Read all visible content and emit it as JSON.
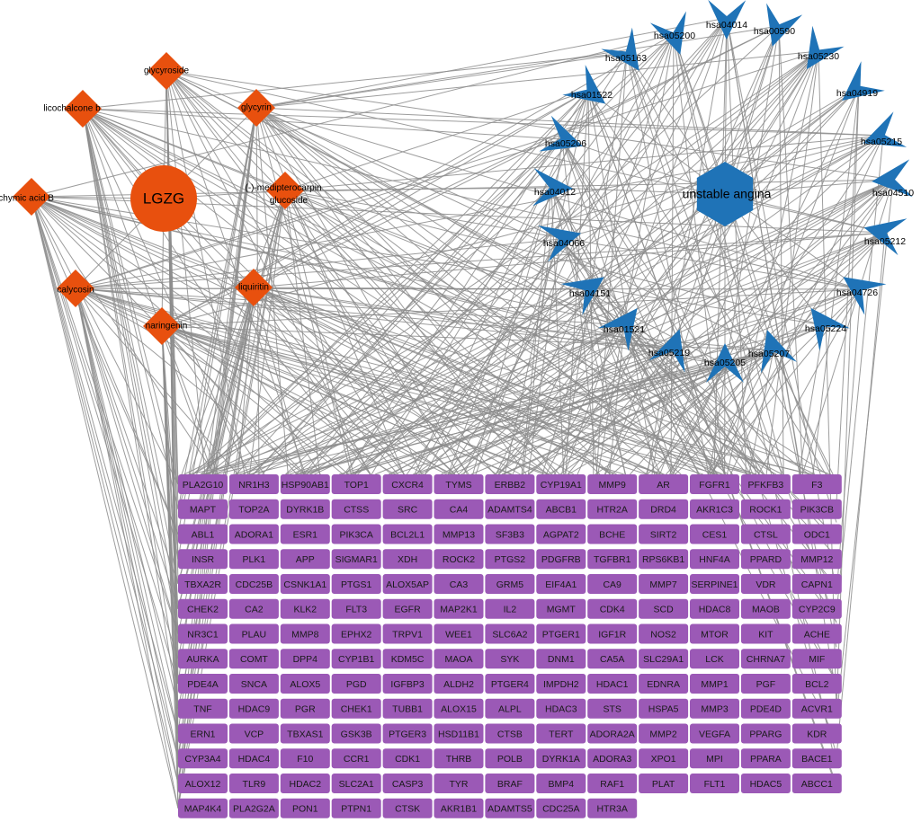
{
  "colors": {
    "compound": "#e8500e",
    "pathway": "#1f73b7",
    "target": "#9b59b6",
    "edge": "#8c8c8c"
  },
  "hub": {
    "label": "LGZG",
    "shape": "circle"
  },
  "disease": {
    "label": "unstable angina",
    "shape": "hexagon"
  },
  "compounds": [
    {
      "label": "glycyroside"
    },
    {
      "label": "licochalcone b"
    },
    {
      "label": "glycyrin"
    },
    {
      "label": "Pachymic acid B"
    },
    {
      "label": "(-)-medipterocarpin glucoside"
    },
    {
      "label": "calycosin"
    },
    {
      "label": "liquiritin"
    },
    {
      "label": "naringenin"
    }
  ],
  "pathways": [
    "hsa04014",
    "hsa00590",
    "hsa05230",
    "hsa04919",
    "hsa05215",
    "hsa04510",
    "hsa05212",
    "hsa04726",
    "hsa05224",
    "hsa05207",
    "hsa05205",
    "hsa05219",
    "hsa01521",
    "hsa04151",
    "hsa04066",
    "hsa04012",
    "hsa05206",
    "hsa01522",
    "hsa05163",
    "hsa05200"
  ],
  "targets": [
    [
      "PLA2G10",
      "NR1H3",
      "HSP90AB1",
      "TOP1",
      "CXCR4",
      "TYMS",
      "ERBB2",
      "CYP19A1",
      "MMP9",
      "AR",
      "FGFR1",
      "PFKFB3",
      "F3"
    ],
    [
      "MAPT",
      "TOP2A",
      "DYRK1B",
      "CTSS",
      "SRC",
      "CA4",
      "ADAMTS4",
      "ABCB1",
      "HTR2A",
      "DRD4",
      "AKR1C3",
      "ROCK1",
      "PIK3CB"
    ],
    [
      "ABL1",
      "ADORA1",
      "ESR1",
      "PIK3CA",
      "BCL2L1",
      "MMP13",
      "SF3B3",
      "AGPAT2",
      "BCHE",
      "SIRT2",
      "CES1",
      "CTSL",
      "ODC1"
    ],
    [
      "INSR",
      "PLK1",
      "APP",
      "SIGMAR1",
      "XDH",
      "ROCK2",
      "PTGS2",
      "PDGFRB",
      "TGFBR1",
      "RPS6KB1",
      "HNF4A",
      "PPARD",
      "MMP12"
    ],
    [
      "TBXA2R",
      "CDC25B",
      "CSNK1A1",
      "PTGS1",
      "ALOX5AP",
      "CA3",
      "GRM5",
      "EIF4A1",
      "CA9",
      "MMP7",
      "SERPINE1",
      "VDR",
      "CAPN1"
    ],
    [
      "CHEK2",
      "CA2",
      "KLK2",
      "FLT3",
      "EGFR",
      "MAP2K1",
      "IL2",
      "MGMT",
      "CDK4",
      "SCD",
      "HDAC8",
      "MAOB",
      "CYP2C9"
    ],
    [
      "NR3C1",
      "PLAU",
      "MMP8",
      "EPHX2",
      "TRPV1",
      "WEE1",
      "SLC6A2",
      "PTGER1",
      "IGF1R",
      "NOS2",
      "MTOR",
      "KIT",
      "ACHE"
    ],
    [
      "AURKA",
      "COMT",
      "DPP4",
      "CYP1B1",
      "KDM5C",
      "MAOA",
      "SYK",
      "DNM1",
      "CA5A",
      "SLC29A1",
      "LCK",
      "CHRNA7",
      "MIF"
    ],
    [
      "PDE4A",
      "SNCA",
      "ALOX5",
      "PGD",
      "IGFBP3",
      "ALDH2",
      "PTGER4",
      "IMPDH2",
      "HDAC1",
      "EDNRA",
      "MMP1",
      "PGF",
      "BCL2"
    ],
    [
      "TNF",
      "HDAC9",
      "PGR",
      "CHEK1",
      "TUBB1",
      "ALOX15",
      "ALPL",
      "HDAC3",
      "STS",
      "HSPA5",
      "MMP3",
      "PDE4D",
      "ACVR1"
    ],
    [
      "ERN1",
      "VCP",
      "TBXAS1",
      "GSK3B",
      "PTGER3",
      "HSD11B1",
      "CTSB",
      "TERT",
      "ADORA2A",
      "MMP2",
      "VEGFA",
      "PPARG",
      "KDR"
    ],
    [
      "CYP3A4",
      "HDAC4",
      "F10",
      "CCR1",
      "CDK1",
      "THRB",
      "POLB",
      "DYRK1A",
      "ADORA3",
      "XPO1",
      "MPI",
      "PPARA",
      "BACE1"
    ],
    [
      "ALOX12",
      "TLR9",
      "HDAC2",
      "SLC2A1",
      "CASP3",
      "TYR",
      "BRAF",
      "BMP4",
      "RAF1",
      "PLAT",
      "FLT1",
      "HDAC5",
      "ABCC1"
    ],
    [
      "MAP4K4",
      "PLA2G2A",
      "PON1",
      "PTPN1",
      "CTSK",
      "AKR1B1",
      "ADAMTS5",
      "CDC25A",
      "HTR3A"
    ]
  ]
}
